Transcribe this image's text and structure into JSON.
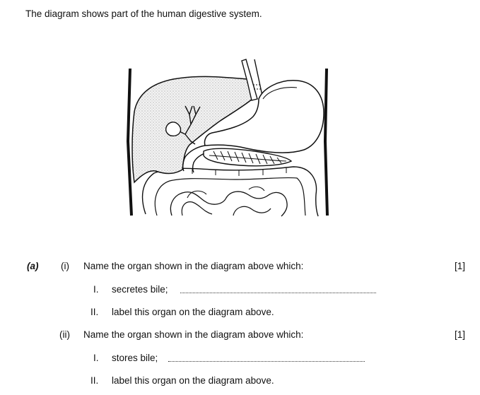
{
  "intro": "The diagram shows part of the human digestive system.",
  "question_a": {
    "label": "(a)",
    "part_i": {
      "label": "(i)",
      "prompt": "Name the organ shown in the diagram above which:",
      "marks": "[1]",
      "items": [
        {
          "num": "I.",
          "text": "secretes bile;"
        },
        {
          "num": "II.",
          "text": "label this organ on the diagram above."
        }
      ]
    },
    "part_ii": {
      "label": "(ii)",
      "prompt": "Name the organ shown in the diagram above which:",
      "marks": "[1]",
      "items": [
        {
          "num": "I.",
          "text": "stores bile;"
        },
        {
          "num": "II.",
          "text": "label this organ on the diagram above."
        }
      ]
    }
  }
}
